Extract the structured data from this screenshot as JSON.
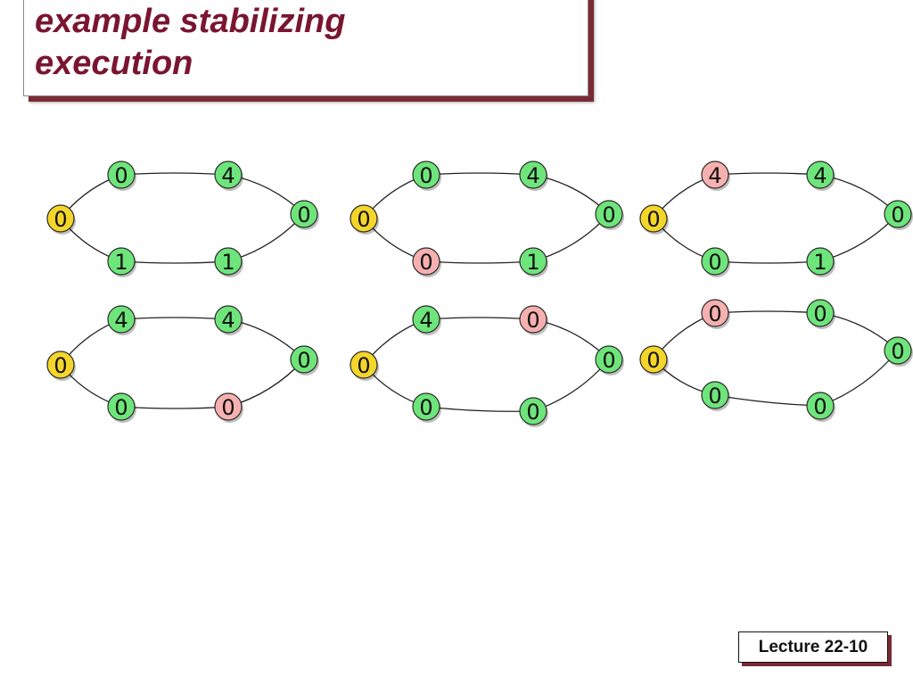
{
  "slide": {
    "title": "example stabilizing\nexecution",
    "footer": "Lecture 22-10"
  },
  "colors": {
    "green": "#6ee57a",
    "pink": "#f7b0b0",
    "yellow": "#f4d52a",
    "title": "#7a1530"
  },
  "rings": [
    {
      "nodes": [
        {
          "value": "0",
          "color": "green"
        },
        {
          "value": "4",
          "color": "green"
        },
        {
          "value": "0",
          "color": "green"
        },
        {
          "value": "1",
          "color": "green"
        },
        {
          "value": "1",
          "color": "green"
        },
        {
          "value": "0",
          "color": "yellow"
        }
      ]
    },
    {
      "nodes": [
        {
          "value": "0",
          "color": "green"
        },
        {
          "value": "4",
          "color": "green"
        },
        {
          "value": "0",
          "color": "green"
        },
        {
          "value": "1",
          "color": "green"
        },
        {
          "value": "0",
          "color": "pink"
        },
        {
          "value": "0",
          "color": "yellow"
        }
      ]
    },
    {
      "nodes": [
        {
          "value": "4",
          "color": "pink"
        },
        {
          "value": "4",
          "color": "green"
        },
        {
          "value": "0",
          "color": "green"
        },
        {
          "value": "1",
          "color": "green"
        },
        {
          "value": "0",
          "color": "green"
        },
        {
          "value": "0",
          "color": "yellow"
        }
      ]
    },
    {
      "nodes": [
        {
          "value": "4",
          "color": "green"
        },
        {
          "value": "4",
          "color": "green"
        },
        {
          "value": "0",
          "color": "green"
        },
        {
          "value": "0",
          "color": "pink"
        },
        {
          "value": "0",
          "color": "green"
        },
        {
          "value": "0",
          "color": "yellow"
        }
      ]
    },
    {
      "nodes": [
        {
          "value": "4",
          "color": "green"
        },
        {
          "value": "0",
          "color": "pink"
        },
        {
          "value": "0",
          "color": "green"
        },
        {
          "value": "0",
          "color": "green"
        },
        {
          "value": "0",
          "color": "green"
        },
        {
          "value": "0",
          "color": "yellow"
        }
      ]
    },
    {
      "nodes": [
        {
          "value": "0",
          "color": "pink"
        },
        {
          "value": "0",
          "color": "green"
        },
        {
          "value": "0",
          "color": "green"
        },
        {
          "value": "0",
          "color": "green"
        },
        {
          "value": "0",
          "color": "green"
        },
        {
          "value": "0",
          "color": "yellow"
        }
      ]
    }
  ]
}
